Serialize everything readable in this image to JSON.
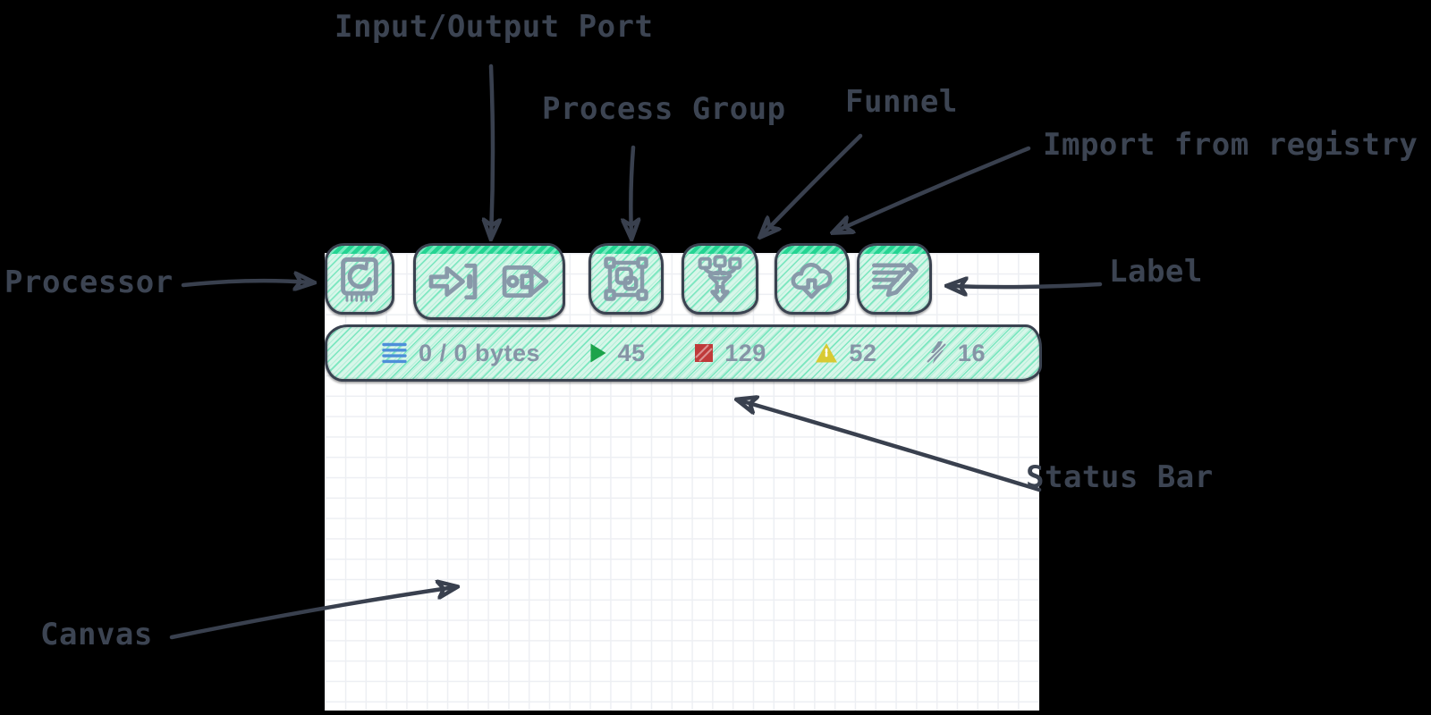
{
  "annotations": {
    "processor": {
      "label": "Processor"
    },
    "input_output_port": {
      "label": "Input/Output Port"
    },
    "process_group": {
      "label": "Process Group"
    },
    "funnel": {
      "label": "Funnel"
    },
    "import_from_registry": {
      "label": "Import from registry"
    },
    "label": {
      "label": "Label"
    },
    "status_bar": {
      "label": "Status Bar"
    },
    "canvas": {
      "label": "Canvas"
    }
  },
  "toolbar": {
    "buttons": [
      {
        "name": "processor",
        "icon": "processor-icon"
      },
      {
        "name": "input-port",
        "icon": "input-port-icon"
      },
      {
        "name": "output-port",
        "icon": "output-port-icon"
      },
      {
        "name": "process-group",
        "icon": "process-group-icon"
      },
      {
        "name": "funnel",
        "icon": "funnel-icon"
      },
      {
        "name": "import-from-registry",
        "icon": "cloud-download-icon"
      },
      {
        "name": "label",
        "icon": "label-pencil-icon"
      }
    ]
  },
  "status_bar": {
    "items": [
      {
        "name": "queued",
        "icon": "queue-list-icon",
        "value": "0 / 0 bytes"
      },
      {
        "name": "running",
        "icon": "play-icon",
        "value": "45"
      },
      {
        "name": "stopped",
        "icon": "stop-icon",
        "value": "129"
      },
      {
        "name": "invalid",
        "icon": "warning-icon",
        "value": "52"
      },
      {
        "name": "disabled",
        "icon": "disabled-bolt-icon",
        "value": "16"
      }
    ]
  },
  "colors": {
    "background": "#000000",
    "canvas_bg": "#ffffff",
    "grid_line": "#edeff3",
    "annotation_ink": "#3c4452",
    "mint_fill": "#d8f6e9",
    "mint_hatch_light": "#b5efd9",
    "mint_hatch_strong": "#7ce7c0",
    "mint_top_band": "#24d492",
    "sketch_border": "#3a4250",
    "icon_stroke": "#8899a9",
    "status_text": "#8694a6",
    "queued_blue": "#4e8fd9",
    "running_green": "#1ca34b",
    "stopped_red": "#bf3a3a",
    "invalid_yellow": "#d8ca33"
  }
}
